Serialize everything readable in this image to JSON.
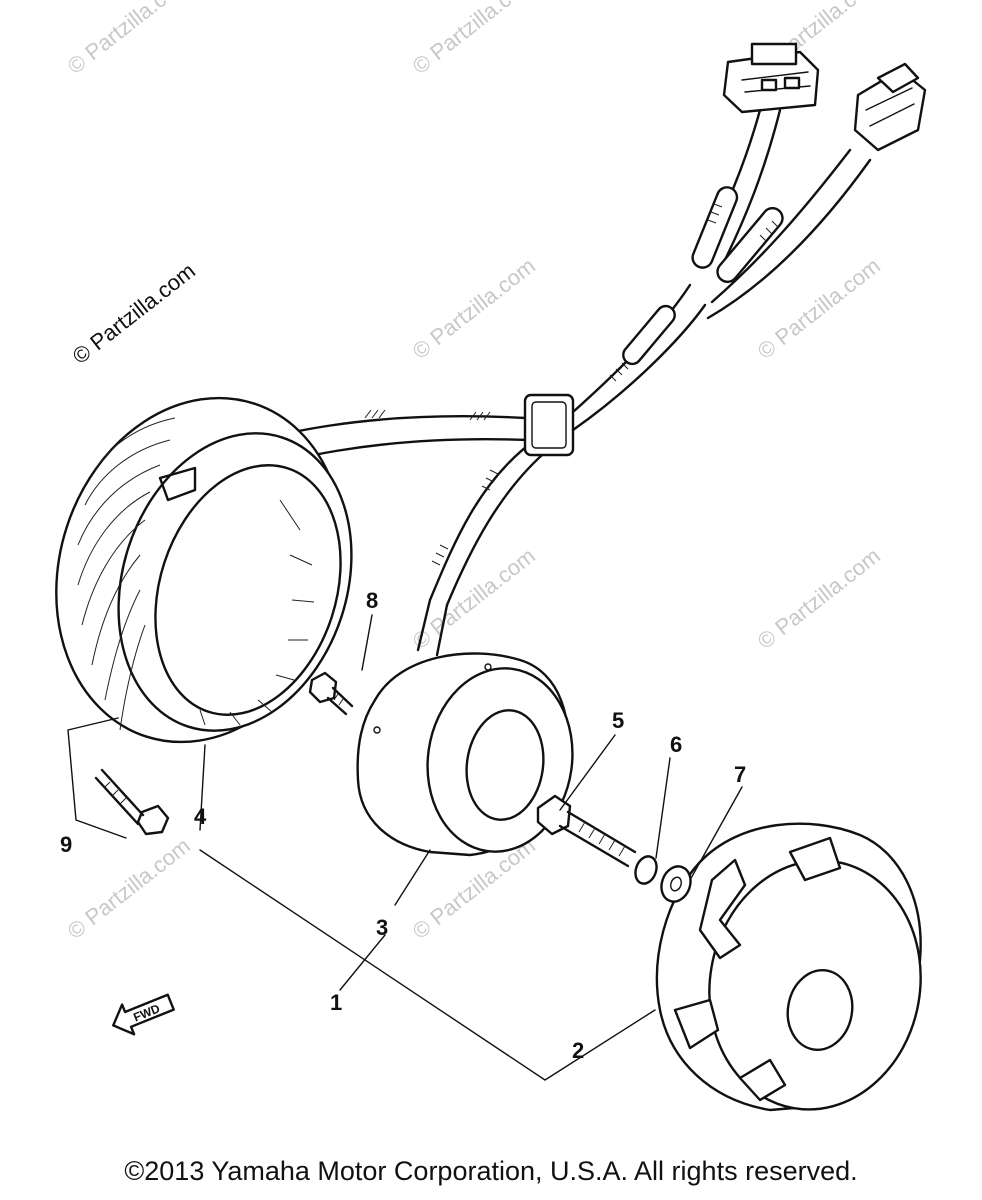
{
  "watermark": {
    "text": "© Partzilla.com"
  },
  "callouts": {
    "c1": "1",
    "c2": "2",
    "c3": "3",
    "c4": "4",
    "c5": "5",
    "c6": "6",
    "c7": "7",
    "c8": "8",
    "c9": "9"
  },
  "forward_marker": {
    "text": "FWD"
  },
  "copyright": "©2013 Yamaha Motor Corporation, U.S.A. All rights reserved."
}
